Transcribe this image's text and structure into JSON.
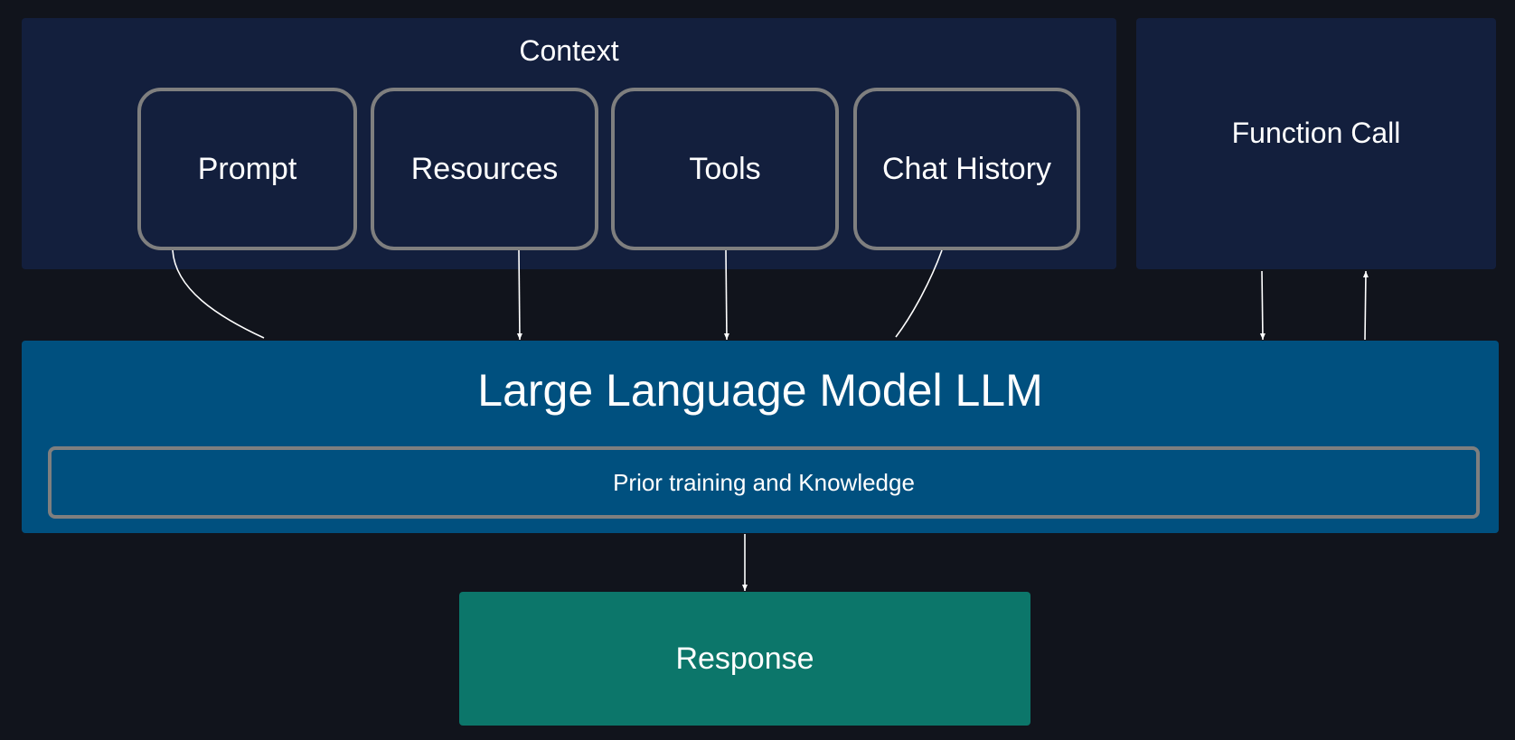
{
  "context": {
    "title": "Context",
    "items": [
      {
        "label": "Prompt"
      },
      {
        "label": "Resources"
      },
      {
        "label": "Tools"
      },
      {
        "label": "Chat History"
      }
    ]
  },
  "function_call": {
    "label": "Function Call"
  },
  "llm": {
    "title": "Large Language Model LLM",
    "inner_label": "Prior training and Knowledge"
  },
  "response": {
    "label": "Response"
  },
  "colors": {
    "background": "#11141c",
    "context_panel": "#131f3d",
    "llm_panel": "#00507f",
    "response_panel": "#0c766a",
    "box_border": "#7f7f7f",
    "text": "#ffffff"
  }
}
